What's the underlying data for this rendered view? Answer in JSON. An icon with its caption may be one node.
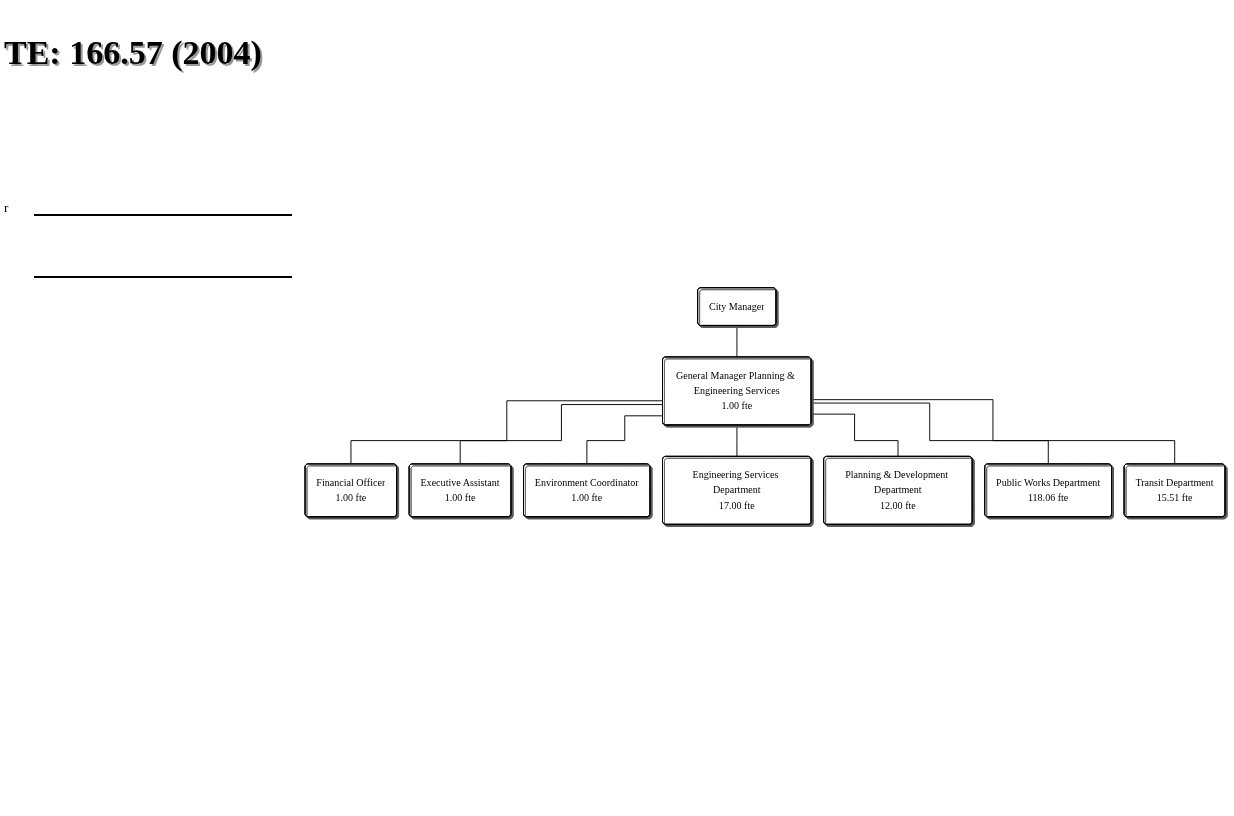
{
  "diagram": {
    "title": "TE: 166.57 (2004)",
    "nodes": [
      {
        "text": [
          "City Manager"
        ]
      },
      {
        "text": [
          "General Manager Planning & Engineering Services",
          "1.00 fte"
        ]
      },
      {
        "text": [
          "Financial Officer",
          "1.00 fte"
        ]
      },
      {
        "text": [
          "Executive Assistant",
          "1.00 fte"
        ]
      },
      {
        "text": [
          "Environment Coordinator",
          "1.00 fte"
        ]
      },
      {
        "text": [
          "Engineering Services Department",
          "17.00 fte"
        ]
      },
      {
        "text": [
          "Planning & Development Department",
          "12.00 fte"
        ]
      },
      {
        "text": [
          "Public Works Department",
          "118.06 fte"
        ]
      },
      {
        "text": [
          "Transit Department",
          "15.51 fte"
        ]
      }
    ],
    "edges": [
      {
        "from": 0,
        "to": 1,
        "arrow": "none"
      },
      {
        "from": 1,
        "to": 2,
        "arrow": "none"
      },
      {
        "from": 1,
        "to": 3,
        "arrow": "none"
      },
      {
        "from": 1,
        "to": 4,
        "arrow": "none"
      },
      {
        "from": 1,
        "to": 5,
        "arrow": "none"
      },
      {
        "from": 1,
        "to": 6,
        "arrow": "none"
      },
      {
        "from": 1,
        "to": 7,
        "arrow": "none"
      },
      {
        "from": 1,
        "to": 8,
        "arrow": "none"
      }
    ],
    "labels": [
      "r"
    ]
  }
}
